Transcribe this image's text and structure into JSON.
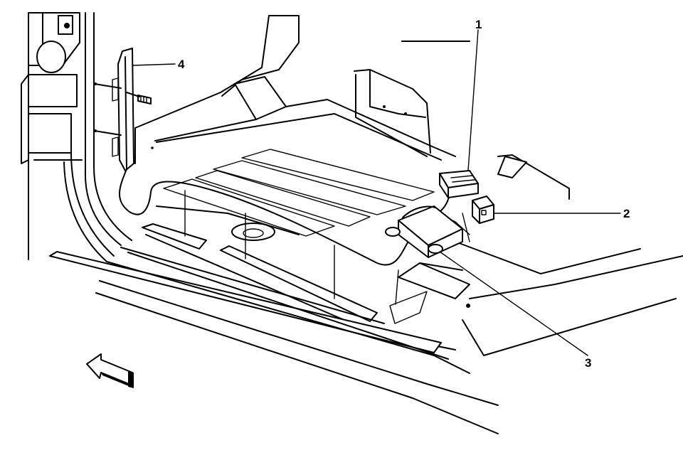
{
  "figure": {
    "background": "#ffffff",
    "line_color": "#000000"
  },
  "callouts": [
    {
      "id": "1",
      "label": "1"
    },
    {
      "id": "2",
      "label": "2"
    },
    {
      "id": "3",
      "label": "3"
    },
    {
      "id": "4",
      "label": "4"
    }
  ],
  "direction_arrow": {
    "icon": "front-direction-arrow-icon"
  }
}
